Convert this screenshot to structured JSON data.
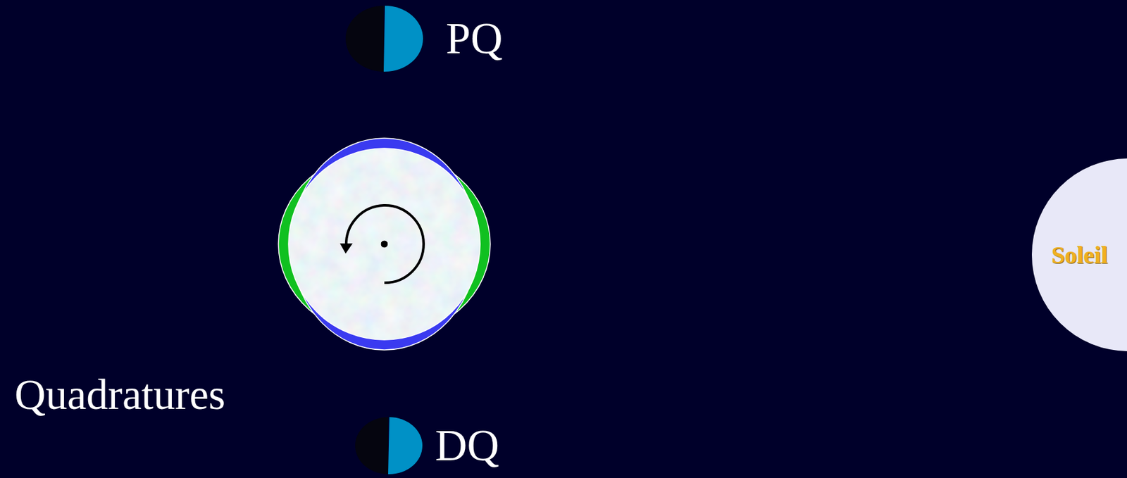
{
  "diagram": {
    "nodes": [
      {
        "text": [
          "PQ"
        ]
      },
      {
        "text": [
          "Soleil"
        ]
      },
      {
        "text": [
          "DQ"
        ]
      }
    ],
    "labels": [
      "Quadratures"
    ]
  }
}
